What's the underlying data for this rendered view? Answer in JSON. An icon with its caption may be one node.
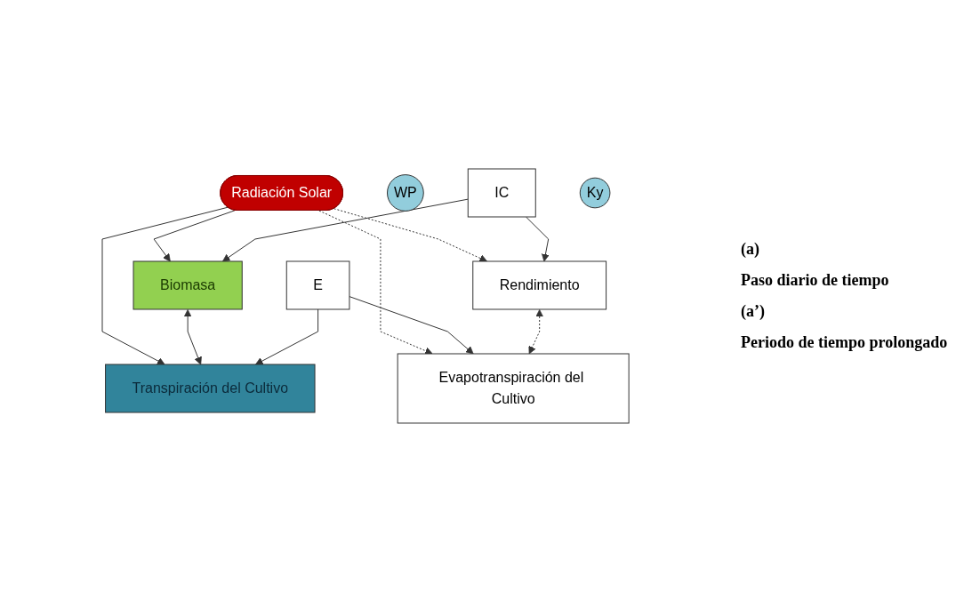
{
  "diagram": {
    "nodes": [
      {
        "text": [
          "Radiación Solar"
        ]
      },
      {
        "text": [
          "Biomasa"
        ]
      },
      {
        "text": [
          "Transpiración del Cultivo"
        ]
      },
      {
        "text": [
          "WP"
        ]
      },
      {
        "text": [
          "IC"
        ]
      },
      {
        "text": [
          "E"
        ]
      },
      {
        "text": [
          "Rendimiento"
        ]
      },
      {
        "text": [
          "Evapotranspiración del Cultivo"
        ]
      },
      {
        "text": [
          "Ky"
        ]
      }
    ],
    "edges": [
      {
        "from": 0,
        "to": 1,
        "arrow": "to"
      },
      {
        "from": 0,
        "to": 2,
        "arrow": "to"
      },
      {
        "from": 1,
        "to": 2,
        "arrow": "both"
      },
      {
        "from": 0,
        "to": 6,
        "arrow": "to",
        "style": "dashed"
      },
      {
        "from": 0,
        "to": 7,
        "arrow": "to",
        "style": "dashed"
      },
      {
        "from": 4,
        "to": 1,
        "arrow": "to"
      },
      {
        "from": 4,
        "to": 6,
        "arrow": "to"
      },
      {
        "from": 5,
        "to": 2,
        "arrow": "to"
      },
      {
        "from": 5,
        "to": 7,
        "arrow": "to"
      },
      {
        "from": 6,
        "to": 7,
        "arrow": "both",
        "style": "dashed"
      }
    ],
    "labels": [
      "(a)",
      "Paso diario de tiempo",
      "(a’)",
      "Periodo de tiempo prolongado"
    ]
  }
}
